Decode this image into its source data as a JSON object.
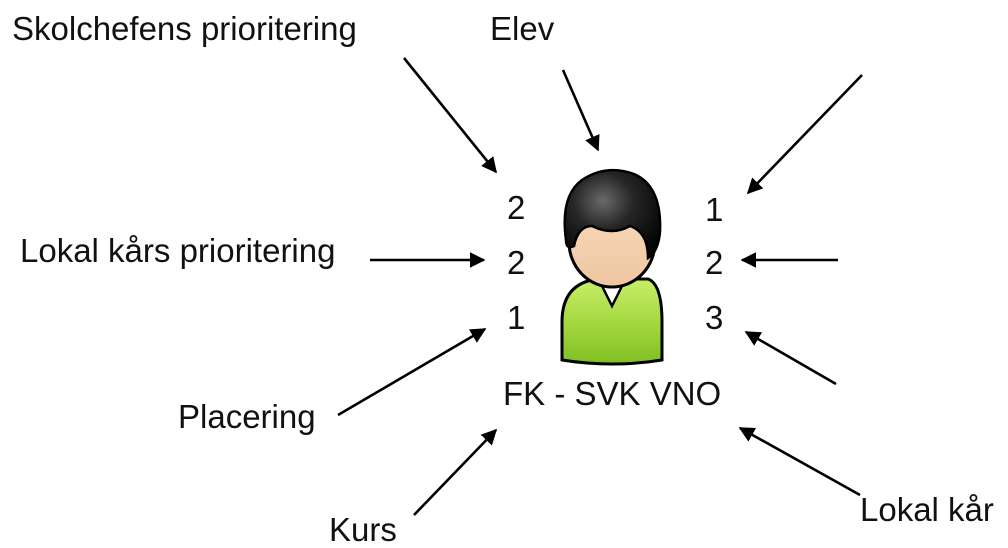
{
  "labels": {
    "skolchefens": "Skolchefens prioritering",
    "elev": "Elev",
    "lokal_kars_prio": "Lokal kårs prioritering",
    "placering": "Placering",
    "kurs": "Kurs",
    "lokal_kar": "Lokal kår",
    "center": "FK - SVK VNO"
  },
  "numbers": {
    "left": [
      "2",
      "2",
      "1"
    ],
    "right": [
      "1",
      "2",
      "3"
    ]
  },
  "colors": {
    "shirt": "#9ed43a",
    "skin": "#f3d2b0",
    "hair": "#1a1a1a",
    "arrow": "#000000"
  },
  "icons": [
    "student-icon"
  ]
}
